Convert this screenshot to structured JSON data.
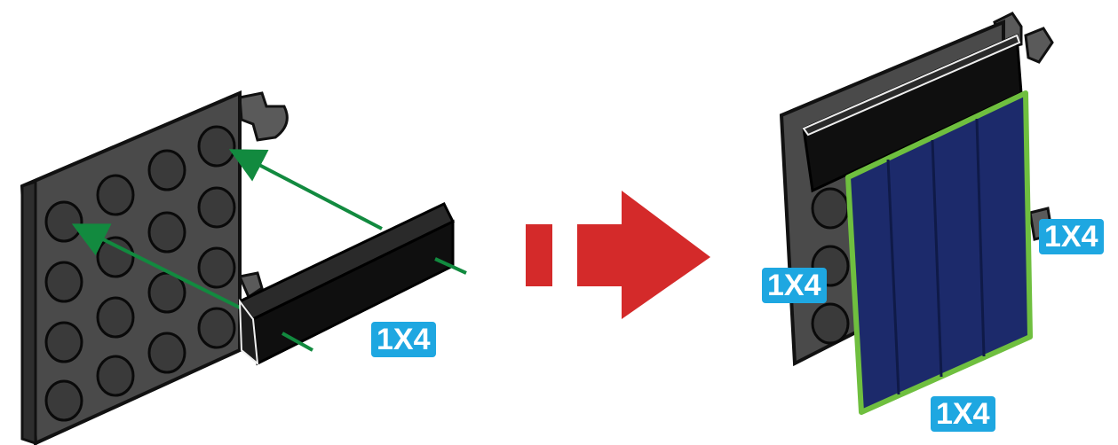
{
  "labels": {
    "step1_tile": "1X4",
    "step2_tile_left": "1X4",
    "step2_tile_right": "1X4",
    "step2_tile_bottom": "1X4"
  },
  "colors": {
    "brick_gray": "#4a4a4a",
    "stud_gray": "#3a3a3a",
    "tile_black": "#0f0f0f",
    "panel_blue": "#1c2a6b",
    "panel_outline": "#6fbf3f",
    "guide_arrow": "#128a3f",
    "step_arrow": "#d42a2a",
    "label_bg": "#1ea7e1"
  },
  "icons": [
    "plate-4x4-with-clips",
    "tile-1x4-black",
    "assembly-arrow-icon",
    "solar-panel-tile"
  ]
}
